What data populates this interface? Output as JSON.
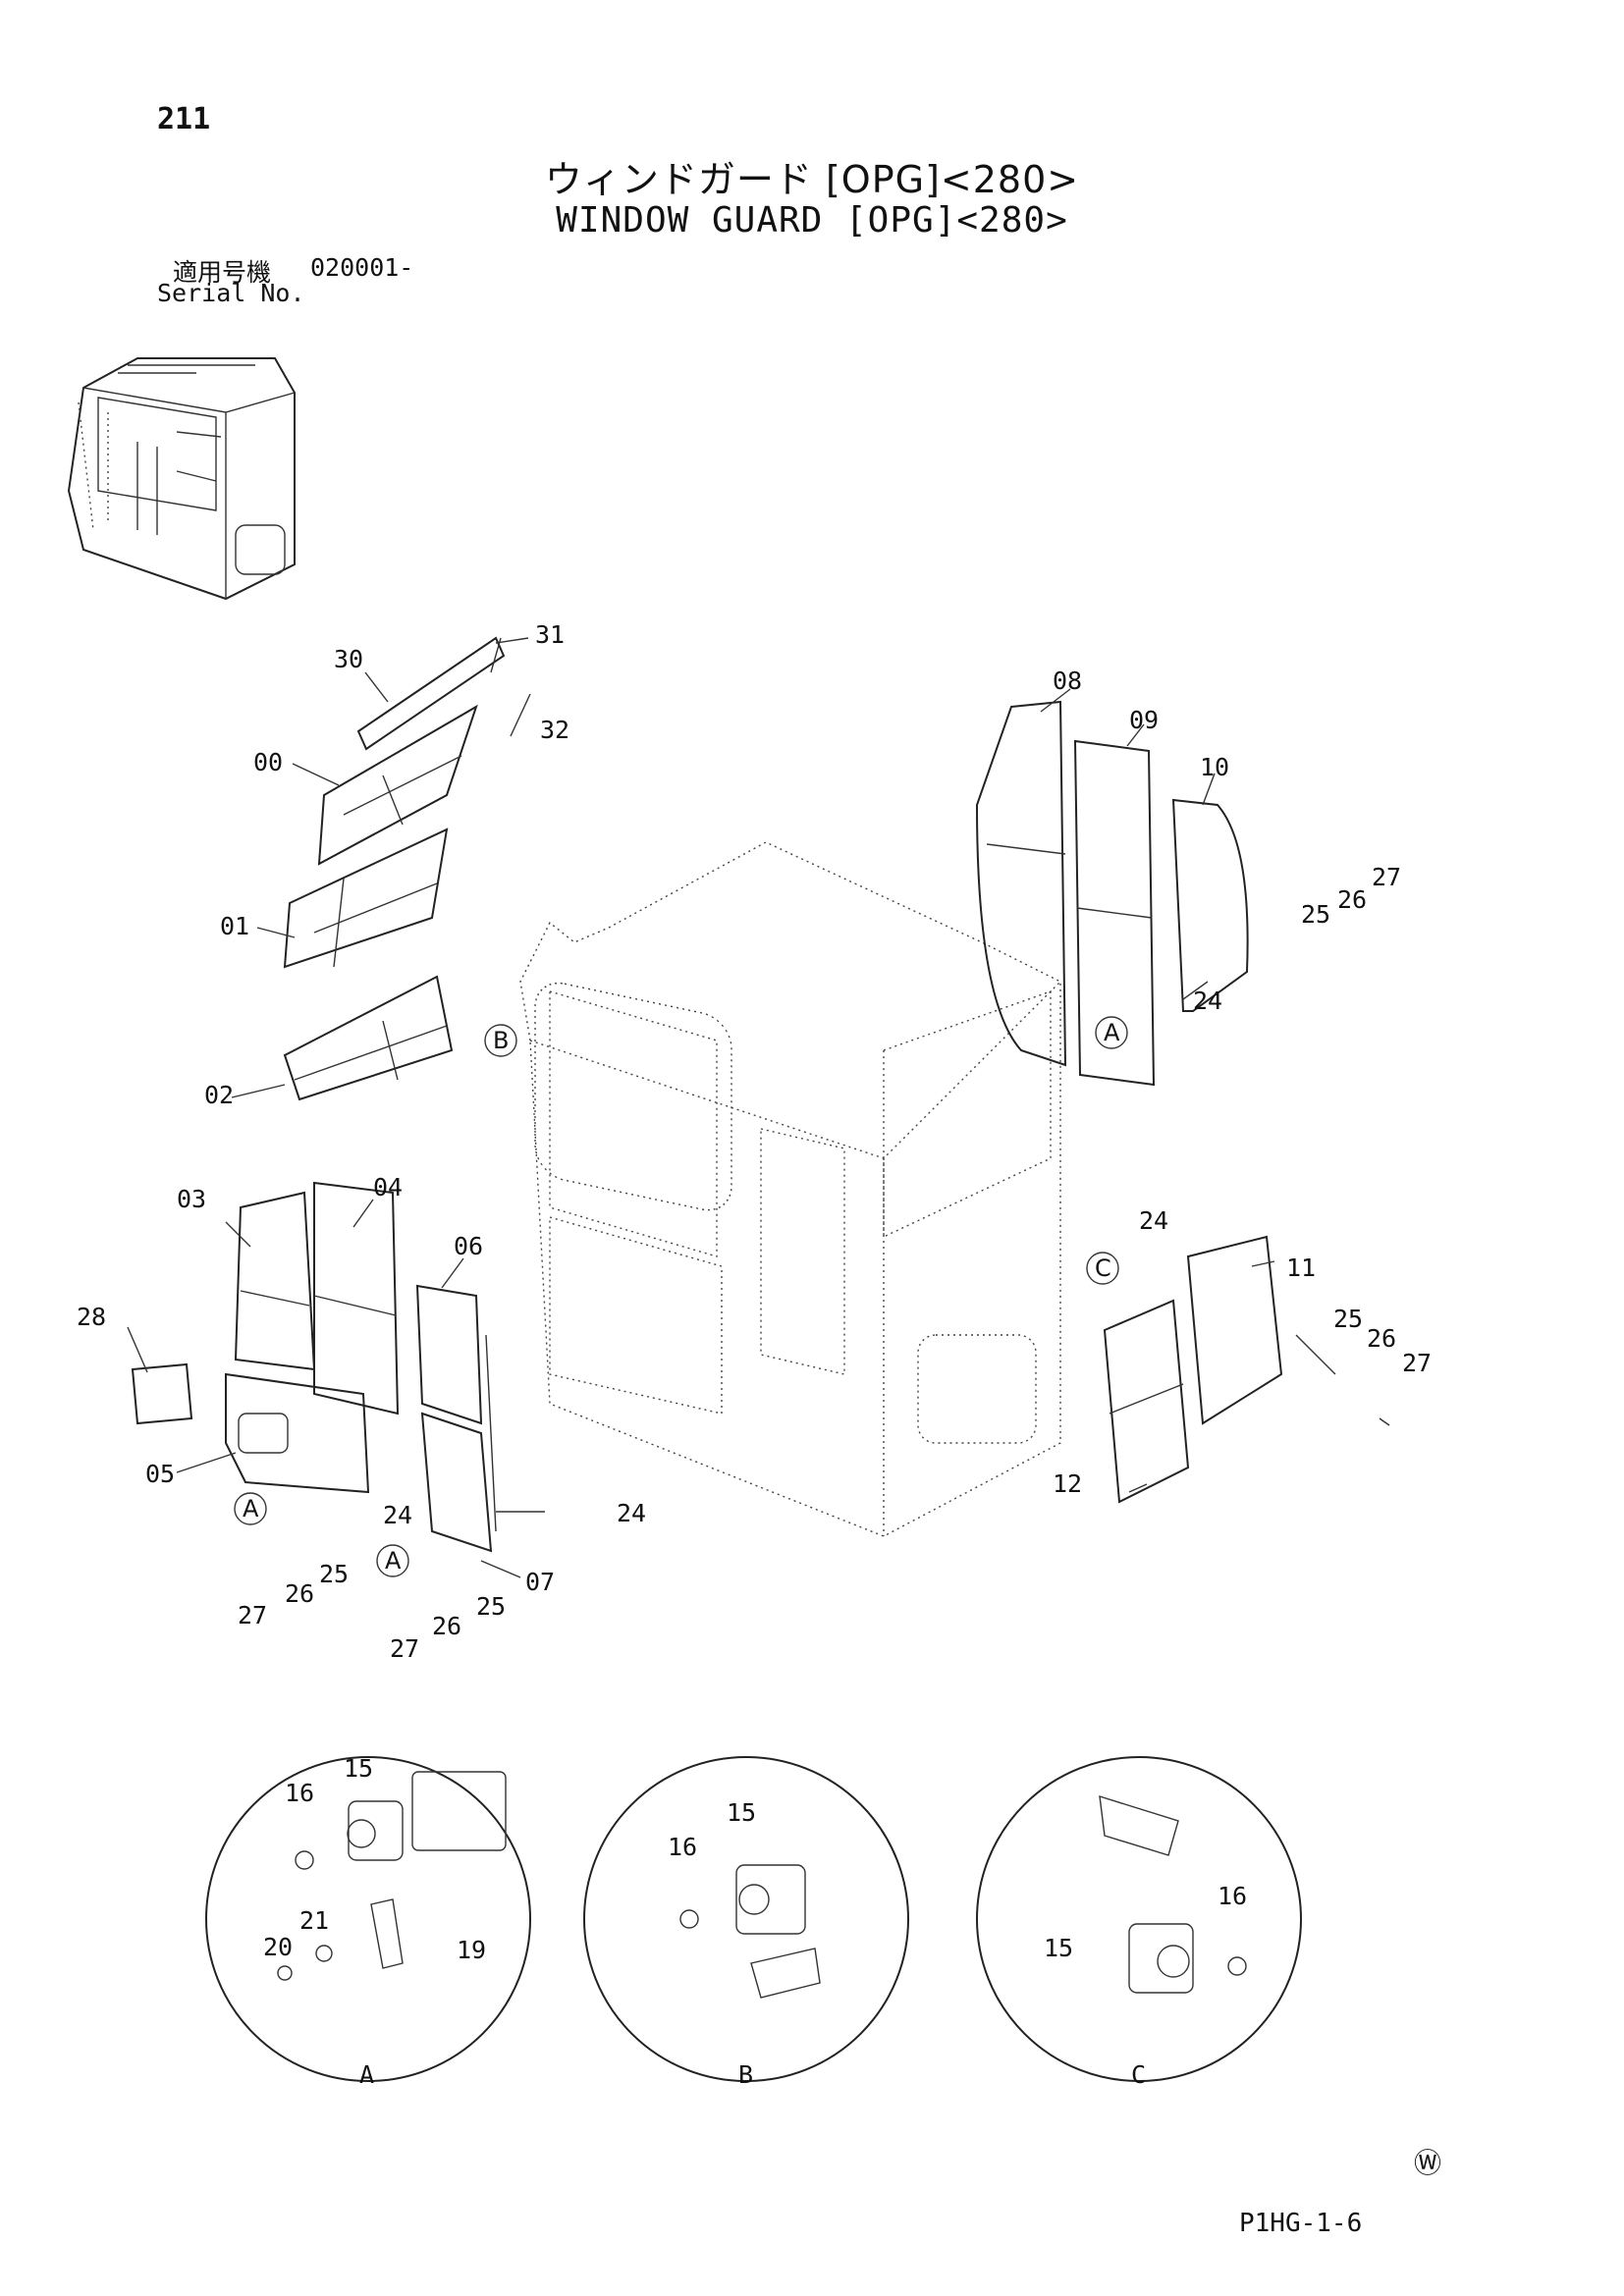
{
  "header": {
    "page_number": "211",
    "title_jp": "ウィンドガード [OPG]<280>",
    "title_en": "WINDOW GUARD [OPG]<280>",
    "serial_label_jp": "適用号機",
    "serial_value": "020001-",
    "serial_label_en": "Serial No."
  },
  "parts": {
    "p00": "00",
    "p01": "01",
    "p02": "02",
    "p03": "03",
    "p04": "04",
    "p05": "05",
    "p06": "06",
    "p07": "07",
    "p08": "08",
    "p09": "09",
    "p10": "10",
    "p11": "11",
    "p12": "12",
    "p15": "15",
    "p16": "16",
    "p19": "19",
    "p20": "20",
    "p21": "21",
    "p24": "24",
    "p25": "25",
    "p26": "26",
    "p27": "27",
    "p28": "28",
    "p30": "30",
    "p31": "31",
    "p32": "32"
  },
  "refs": {
    "a": "A",
    "b": "B",
    "c": "C"
  },
  "footer": {
    "code": "P1HG-1-6",
    "mark": "Ⓦ"
  }
}
